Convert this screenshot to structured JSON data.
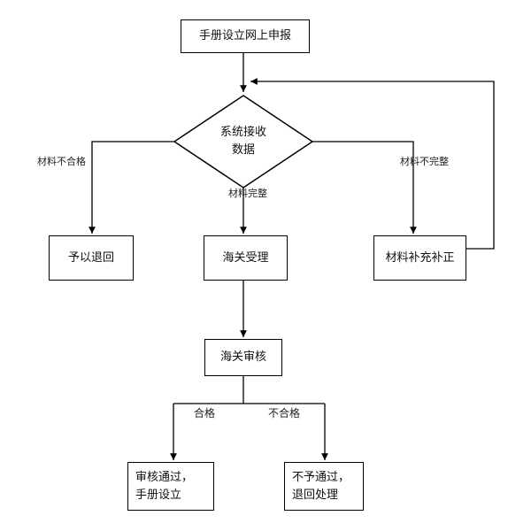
{
  "nodes": {
    "start": "手册设立网上申报",
    "decision_line1": "系统接收",
    "decision_line2": "数据",
    "return": "予以退回",
    "accept": "海关受理",
    "supplement": "材料补充补正",
    "audit": "海关审核",
    "pass_line1": "审核通过，",
    "pass_line2": "手册设立",
    "fail_line1": "不予通过，",
    "fail_line2": "退回处理"
  },
  "edges": {
    "unqualified": "材料不合格",
    "complete": "材料完整",
    "incomplete": "材料不完整",
    "qualified": "合格",
    "not_qualified": "不合格"
  }
}
